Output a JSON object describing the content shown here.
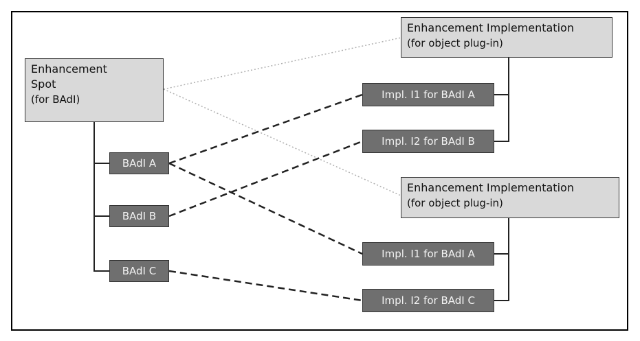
{
  "spot": {
    "title_1": "Enhancement",
    "title_2": "Spot",
    "subtitle": "(for BAdI)"
  },
  "badis": [
    {
      "label": "BAdI A"
    },
    {
      "label": "BAdI B"
    },
    {
      "label": "BAdI C"
    }
  ],
  "implementations": [
    {
      "title": "Enhancement Implementation",
      "subtitle": "(for object plug-in)",
      "items": [
        {
          "label": "Impl. I1 for BAdI A"
        },
        {
          "label": "Impl. I2 for BAdI B"
        }
      ]
    },
    {
      "title": "Enhancement Implementation",
      "subtitle": "(for object plug-in)",
      "items": [
        {
          "label": "Impl. I1 for BAdI A"
        },
        {
          "label": "Impl. I2 for BAdI C"
        }
      ]
    }
  ],
  "colors": {
    "light_box": "#d9d9d9",
    "dark_box": "#6f6f6f",
    "line": "#222222",
    "dotted": "#b0b0b0"
  }
}
